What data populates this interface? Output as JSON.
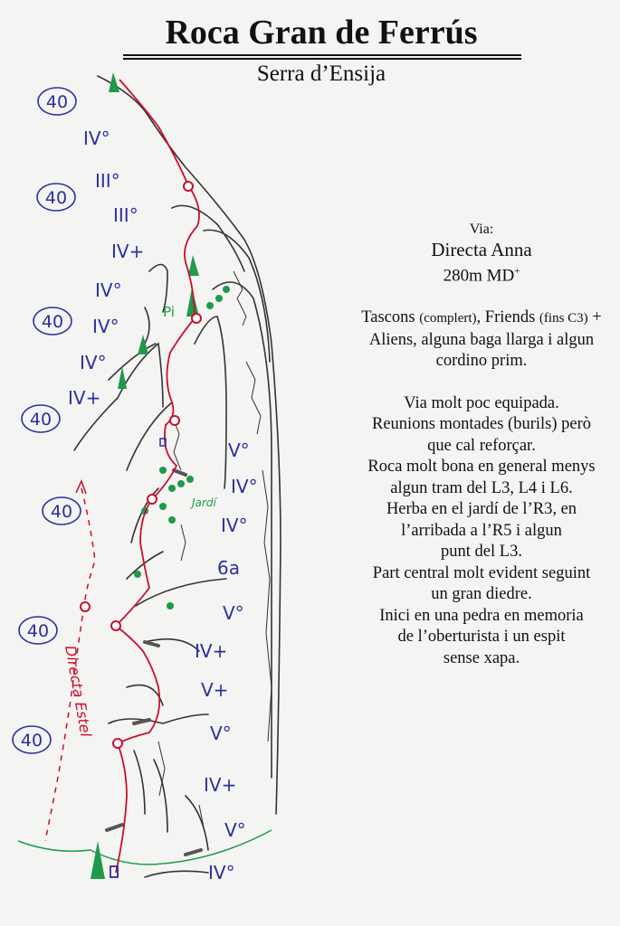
{
  "header": {
    "title": "Roca Gran de Ferrús",
    "subtitle": "Serra  d’Ensija"
  },
  "info": {
    "via_label": "Via:",
    "route_name": "Directa  Anna",
    "length": "280m  MD",
    "grade_sup": "+",
    "gear": {
      "t1": "Tascons ",
      "s1": "(complert)",
      "t2": ", Friends ",
      "s2": "(fins C3)",
      "t3": " +",
      "line2": "Aliens, alguna baga llarga i algun",
      "line3": "cordino prim."
    },
    "notes": [
      "Via molt poc equipada.",
      "Reunions montades (burils) però",
      "que cal reforçar.",
      "Roca molt bona en general menys",
      "algun tram del L3, L4 i L6.",
      "Herba en el jardí de l’R3, en",
      "l’arribada a l’R5 i algun",
      "punt del L3.",
      "Part central molt evident seguint",
      "un gran diedre.",
      "Inici en una pedra en memoria",
      "de l’oberturista i un espit",
      "sense xapa."
    ]
  },
  "topo": {
    "pitch_lengths": [
      "40",
      "40",
      "40",
      "40",
      "40",
      "40",
      "40"
    ],
    "grades": [
      "IV°",
      "III°",
      "III°",
      "IV+",
      "IV°",
      "IV°",
      "IV°",
      "IV+",
      "V°",
      "IV°",
      "IV°",
      "6a",
      "V°",
      "IV+",
      "V+",
      "V°",
      "IV+",
      "V°",
      "IV°"
    ],
    "labels": {
      "tree": "Pi",
      "garden": "Jardí",
      "other_route": "Directa Estel"
    },
    "colors": {
      "route": "#c8102e",
      "grades": "#2b2fa0",
      "vegetation": "#1f9a4a",
      "rock": "#333333"
    }
  }
}
